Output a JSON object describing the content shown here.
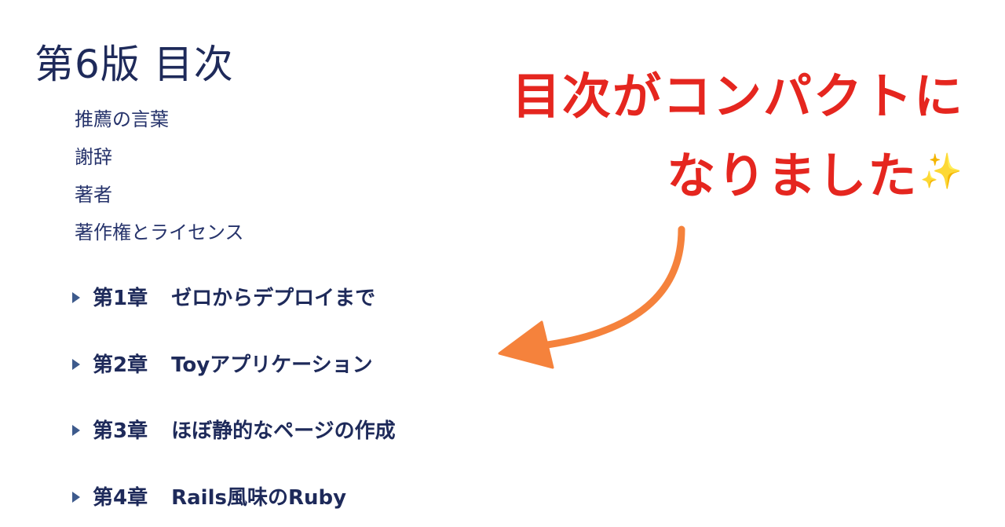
{
  "toc": {
    "title": "第6版 目次",
    "front_matter": [
      {
        "label": "推薦の言葉"
      },
      {
        "label": "謝辞"
      },
      {
        "label": "著者"
      },
      {
        "label": "著作権とライセンス"
      }
    ],
    "chapters": [
      {
        "number": "第1章",
        "title": "ゼロからデプロイまで"
      },
      {
        "number": "第2章",
        "title": "Toyアプリケーション"
      },
      {
        "number": "第3章",
        "title": "ほぼ静的なページの作成"
      },
      {
        "number": "第4章",
        "title": "Rails風味のRuby"
      }
    ]
  },
  "callout": {
    "line1": "目次がコンパクトに",
    "line2": "なりました",
    "sparkle": "✨",
    "text_color": "#e5261f",
    "arrow_color": "#f5823c"
  }
}
